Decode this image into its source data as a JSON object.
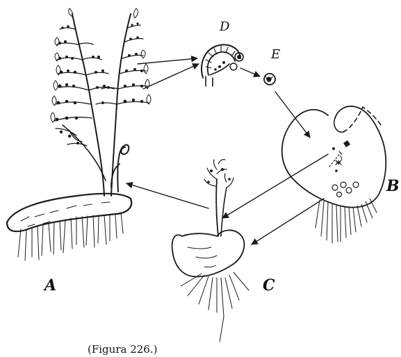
{
  "figure": {
    "labels": {
      "a": "A",
      "b": "B",
      "c": "C",
      "d": "D",
      "e": "E"
    },
    "caption": "(Figura 226.)",
    "colors": {
      "ink": "#1a1a1a",
      "background": "#ffffff"
    }
  }
}
